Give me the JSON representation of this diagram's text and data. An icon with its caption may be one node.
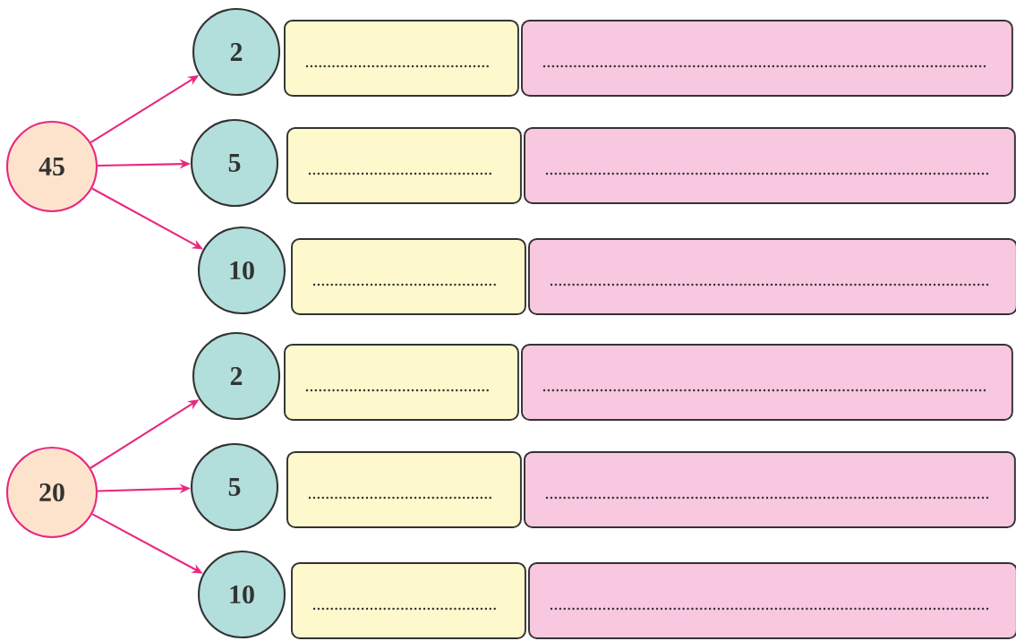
{
  "diagram": {
    "nodes": [
      {
        "text": [
          "45"
        ]
      },
      {
        "text": [
          "2"
        ]
      },
      {
        "text": [],
        "shape": "box"
      },
      {
        "text": [],
        "shape": "box"
      },
      {
        "text": [
          "5"
        ]
      },
      {
        "text": [],
        "shape": "box"
      },
      {
        "text": [],
        "shape": "box"
      },
      {
        "text": [
          "10"
        ]
      },
      {
        "text": [],
        "shape": "box"
      },
      {
        "text": [],
        "shape": "box"
      },
      {
        "text": [
          "20"
        ]
      },
      {
        "text": [
          "2"
        ]
      },
      {
        "text": [],
        "shape": "box"
      },
      {
        "text": [],
        "shape": "box"
      },
      {
        "text": [
          "5"
        ]
      },
      {
        "text": [],
        "shape": "box"
      },
      {
        "text": [],
        "shape": "box"
      },
      {
        "text": [
          "10"
        ]
      },
      {
        "text": [],
        "shape": "box"
      },
      {
        "text": [],
        "shape": "box"
      }
    ],
    "edges": [
      {
        "from": 0,
        "to": 1,
        "arrow": "to"
      },
      {
        "from": 0,
        "to": 4,
        "arrow": "to"
      },
      {
        "from": 0,
        "to": 7,
        "arrow": "to"
      },
      {
        "from": 10,
        "to": 11,
        "arrow": "to"
      },
      {
        "from": 10,
        "to": 14,
        "arrow": "to"
      },
      {
        "from": 10,
        "to": 17,
        "arrow": "to"
      }
    ]
  }
}
